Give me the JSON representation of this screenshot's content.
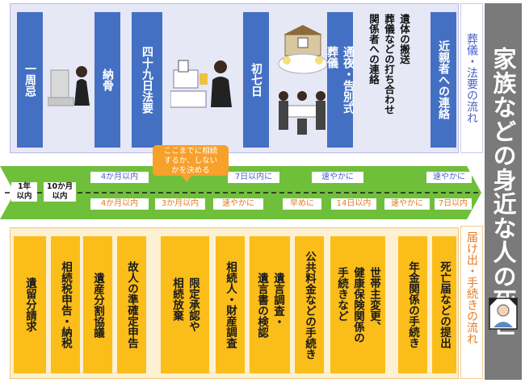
{
  "title": "家族などの身近な人の死亡",
  "sections": {
    "funeral_label": "葬儀・法要の流れ",
    "procedures_label": "届け出・手続きの流れ"
  },
  "funeral_steps": {
    "isshuki": "一周忌",
    "noukotsu": "納骨",
    "shijukunichi": "四十九日法要",
    "shonanoka": "初七日",
    "tsuya": "通夜・告別式\n葬儀",
    "tasks": "遺体の搬送\n葬儀などの打ち合わせ\n関係者への連絡",
    "shinseki": "近親者への連絡"
  },
  "timeline": {
    "labels": {
      "one_year": "1年\n以内",
      "ten_months": "10か月\n以内"
    },
    "callout": "ここまでに相続\nするか、しない\nかを決める",
    "upper_pills": [
      "4か月以内",
      "7日以内に",
      "速やかに",
      "速やかに"
    ],
    "lower_pills": [
      "4か月以内",
      "3か月以内",
      "速やかに",
      "早めに",
      "14日以内",
      "速やかに",
      "7日以内"
    ]
  },
  "procedures": {
    "iryubun": "遺留分請求",
    "souzokuzei": "相続税申告・納税",
    "isanbunkatsu": "遺産分割協議",
    "junkakutei": "故人の準確定申告",
    "gentei": "限定承認や\n相続放棄",
    "souzokunin": "相続人・財産調査",
    "yuigon": "遺言調査・\n遺言書の検認",
    "koukyou": "公共料金などの手続き",
    "setainushi": "世帯主変更、\n健康保険関係の\n手続きなど",
    "nenkin": "年金関係の手続き",
    "shiboutodoke": "死亡届などの提出"
  },
  "icons": [
    "grave-visit-icon",
    "altar-mourner-icon",
    "funeral-altar-icon",
    "pallbearers-icon",
    "memorial-portrait-icon"
  ],
  "colors": {
    "funeral_box": "#4470c4",
    "procedure_box": "#fbbd19",
    "timeline": "#6fbf3b",
    "callout": "#f7a02a",
    "title_bg": "#7a7a7a"
  }
}
